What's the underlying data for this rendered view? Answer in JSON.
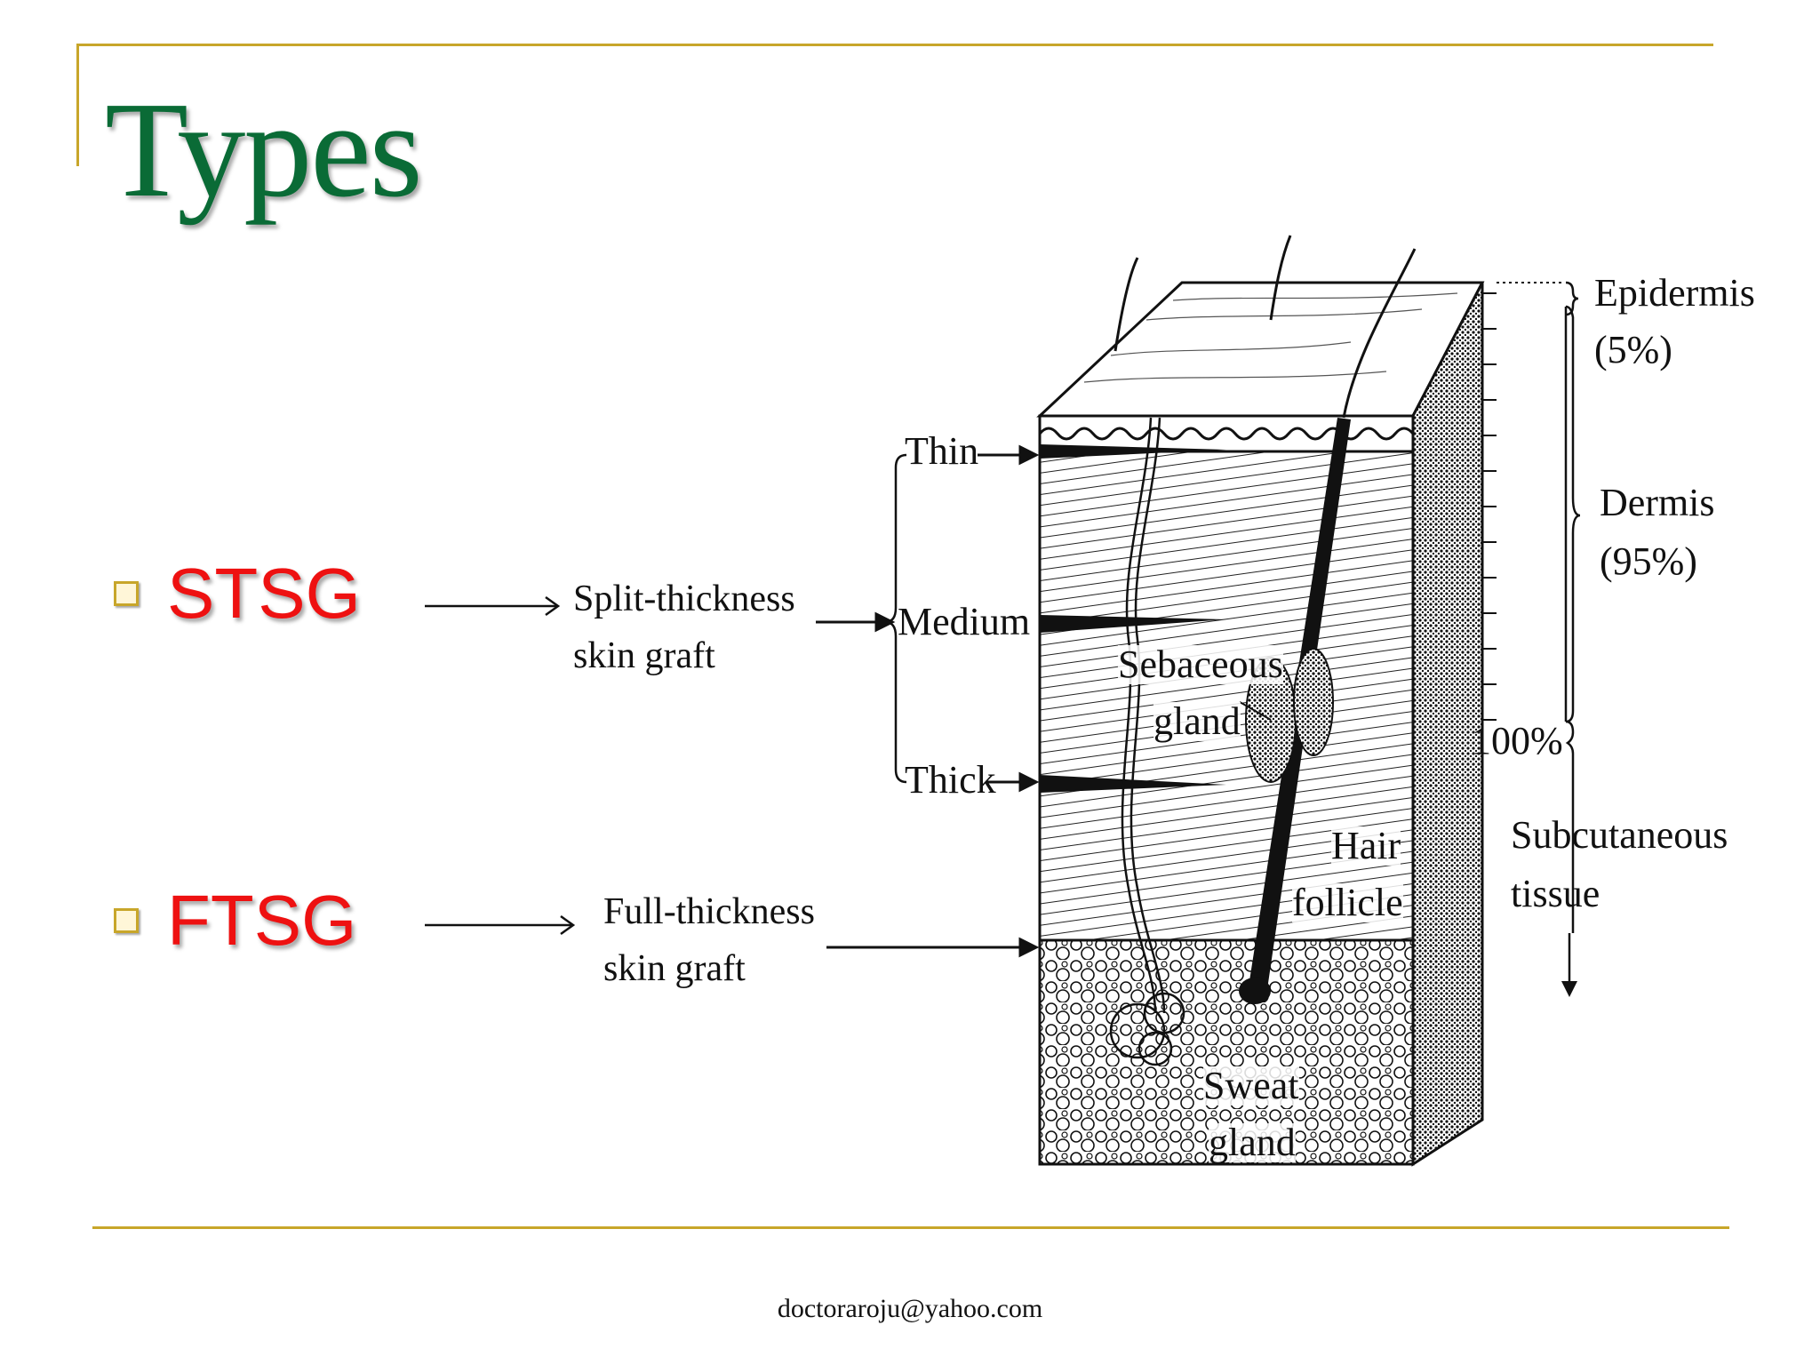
{
  "slide": {
    "title": "Types",
    "footer": "doctoraroju@yahoo.com"
  },
  "bullets": [
    {
      "label": "STSG",
      "description_line1": "Split-thickness",
      "description_line2": "skin graft"
    },
    {
      "label": "FTSG",
      "description_line1": "Full-thickness",
      "description_line2": "skin graft"
    }
  ],
  "diagram": {
    "depth_levels": {
      "thin": "Thin",
      "medium": "Medium",
      "thick": "Thick"
    },
    "layers": {
      "epidermis": "Epidermis",
      "epidermis_pct": "(5%)",
      "dermis": "Dermis",
      "dermis_pct": "(95%)",
      "total_pct": "100%",
      "subcutaneous_line1": "Subcutaneous",
      "subcutaneous_line2": "tissue"
    },
    "structures": {
      "sebaceous_line1": "Sebaceous",
      "sebaceous_line2": "gland",
      "hair_line1": "Hair",
      "hair_line2": "follicle",
      "sweat_line1": "Sweat",
      "sweat_line2": "gland"
    },
    "colors": {
      "accent_gold": "#c8a62a",
      "title_green": "#0a6b36",
      "bullet_red": "#ee1111"
    }
  }
}
